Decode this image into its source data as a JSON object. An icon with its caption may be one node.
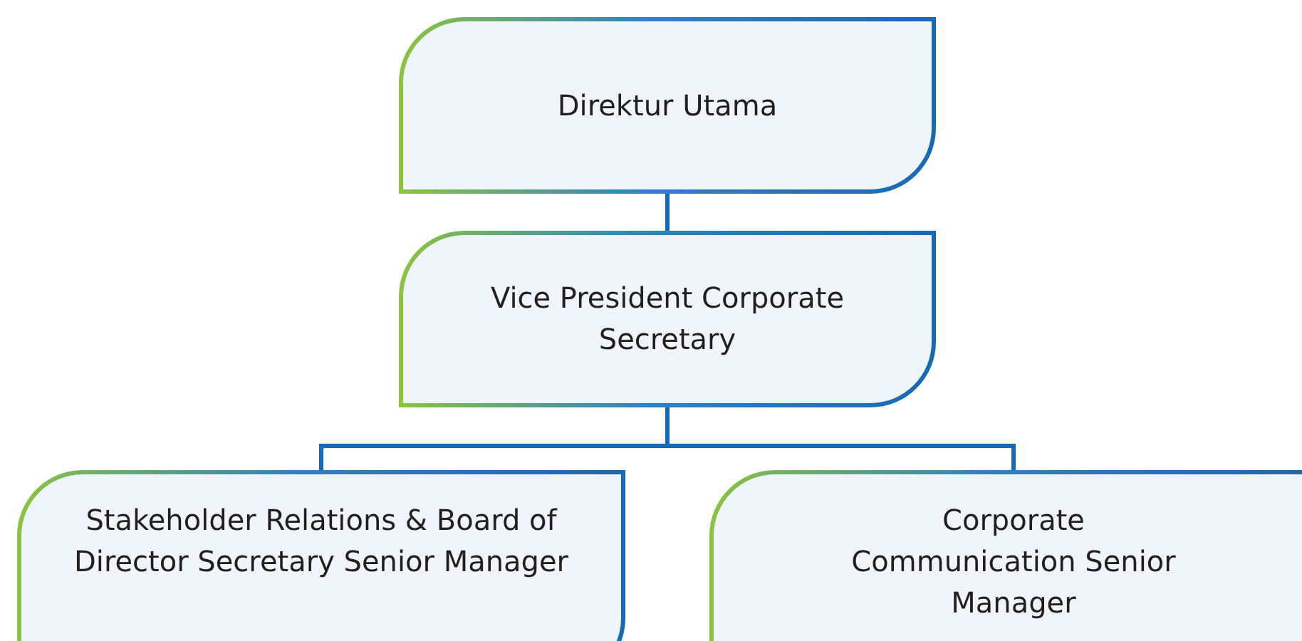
{
  "diagram": {
    "nodes": [
      {
        "text": [
          "Direktur Utama"
        ]
      },
      {
        "text": [
          "Vice President Corporate Secretary"
        ]
      },
      {
        "text": [
          "Stakeholder Relations & Board of Director Secretary Senior Manager"
        ]
      },
      {
        "text": [
          "Corporate Communication Senior Manager"
        ]
      }
    ],
    "edges": [
      {
        "from": 0,
        "to": 1,
        "arrow": "none"
      },
      {
        "from": 1,
        "to": 2,
        "arrow": "none"
      },
      {
        "from": 1,
        "to": 3,
        "arrow": "none"
      }
    ]
  }
}
